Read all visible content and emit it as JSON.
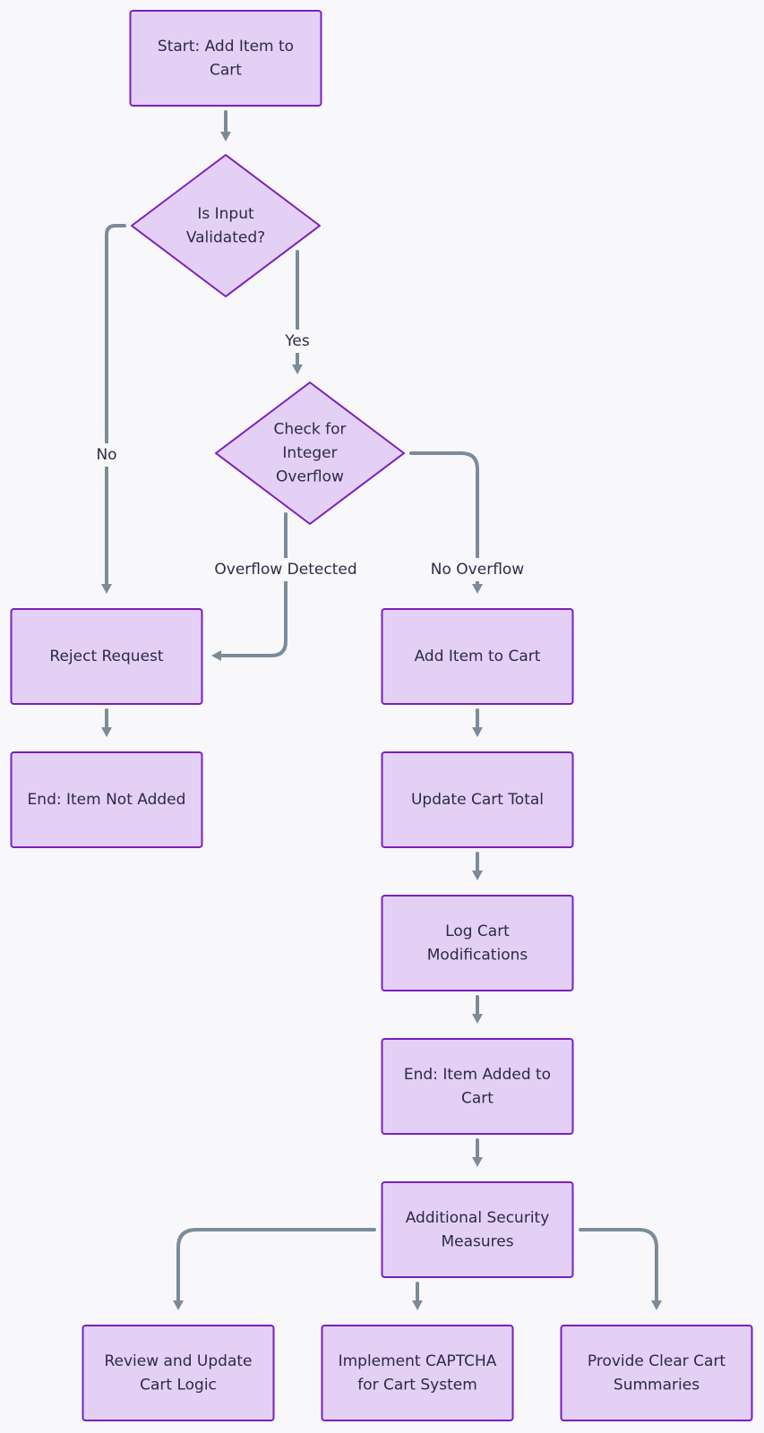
{
  "colors": {
    "background": "#f8f8fa",
    "node_fill": "#e4cff5",
    "node_stroke": "#7b1fbf",
    "edge": "#7b8b99",
    "text": "#2b2b45"
  },
  "nodes": {
    "start": {
      "label_lines": [
        "Start: Add Item to",
        "Cart"
      ],
      "shape": "rect"
    },
    "validated": {
      "label_lines": [
        "Is Input",
        "Validated?"
      ],
      "shape": "diamond"
    },
    "overflow_check": {
      "label_lines": [
        "Check for",
        "Integer",
        "Overflow"
      ],
      "shape": "diamond"
    },
    "reject": {
      "label_lines": [
        "Reject Request"
      ],
      "shape": "rect"
    },
    "end_not_added": {
      "label_lines": [
        "End: Item Not Added"
      ],
      "shape": "rect"
    },
    "add_item": {
      "label_lines": [
        "Add Item to Cart"
      ],
      "shape": "rect"
    },
    "update_total": {
      "label_lines": [
        "Update Cart Total"
      ],
      "shape": "rect"
    },
    "log_mods": {
      "label_lines": [
        "Log Cart",
        "Modifications"
      ],
      "shape": "rect"
    },
    "end_added": {
      "label_lines": [
        "End: Item Added to",
        "Cart"
      ],
      "shape": "rect"
    },
    "security": {
      "label_lines": [
        "Additional Security",
        "Measures"
      ],
      "shape": "rect"
    },
    "review_logic": {
      "label_lines": [
        "Review and Update",
        "Cart Logic"
      ],
      "shape": "rect"
    },
    "captcha": {
      "label_lines": [
        "Implement CAPTCHA",
        "for Cart System"
      ],
      "shape": "rect"
    },
    "summaries": {
      "label_lines": [
        "Provide Clear Cart",
        "Summaries"
      ],
      "shape": "rect"
    }
  },
  "edges": [
    {
      "id": "start-validated",
      "from": "start",
      "to": "validated",
      "label": ""
    },
    {
      "id": "validated-reject",
      "from": "validated",
      "to": "reject",
      "label": "No"
    },
    {
      "id": "validated-overflow",
      "from": "validated",
      "to": "overflow_check",
      "label": "Yes"
    },
    {
      "id": "overflow-reject",
      "from": "overflow_check",
      "to": "reject",
      "label": "Overflow Detected"
    },
    {
      "id": "overflow-add",
      "from": "overflow_check",
      "to": "add_item",
      "label": "No Overflow"
    },
    {
      "id": "reject-end",
      "from": "reject",
      "to": "end_not_added",
      "label": ""
    },
    {
      "id": "add-update",
      "from": "add_item",
      "to": "update_total",
      "label": ""
    },
    {
      "id": "update-log",
      "from": "update_total",
      "to": "log_mods",
      "label": ""
    },
    {
      "id": "log-end",
      "from": "log_mods",
      "to": "end_added",
      "label": ""
    },
    {
      "id": "end-security",
      "from": "end_added",
      "to": "security",
      "label": ""
    },
    {
      "id": "security-review",
      "from": "security",
      "to": "review_logic",
      "label": ""
    },
    {
      "id": "security-captcha",
      "from": "security",
      "to": "captcha",
      "label": ""
    },
    {
      "id": "security-summaries",
      "from": "security",
      "to": "summaries",
      "label": ""
    }
  ]
}
